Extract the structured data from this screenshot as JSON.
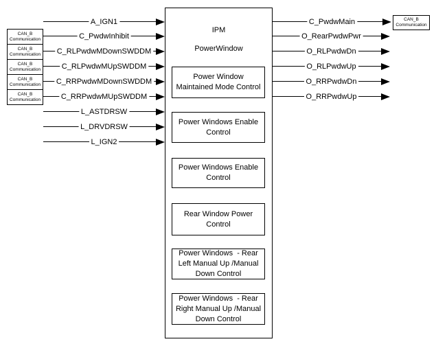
{
  "module": {
    "title": "IPM",
    "subtitle": "PowerWindow",
    "functions": [
      {
        "lines": [
          "Power Window",
          "Maintained Mode Control"
        ]
      },
      {
        "lines": [
          "Power Windows Enable",
          "Control"
        ]
      },
      {
        "lines": [
          "Power Windows Enable",
          "Control"
        ]
      },
      {
        "lines": [
          "Rear Window Power",
          "Control"
        ]
      },
      {
        "lines": [
          "Power Windows  - Rear",
          "Left Manual Up /Manual",
          "Down Control"
        ]
      },
      {
        "lines": [
          "Power Windows  - Rear",
          "Right Manual Up /Manual",
          "Down Control"
        ]
      }
    ]
  },
  "can_node": {
    "line1": "CAN_B",
    "line2": "Communication"
  },
  "inputs": [
    {
      "label": "A_IGN1"
    },
    {
      "label": "C_PwdwInhibit"
    },
    {
      "label": "C_RLPwdwMDownSWDDM"
    },
    {
      "label": "C_RLPwdwMUpSWDDM"
    },
    {
      "label": "C_RRPwdwMDownSWDDM"
    },
    {
      "label": "C_RRPwdwMUpSWDDM"
    },
    {
      "label": "L_ASTDRSW"
    },
    {
      "label": "L_DRVDRSW"
    },
    {
      "label": "L_IGN2"
    }
  ],
  "outputs": [
    {
      "label": "C_PwdwMain"
    },
    {
      "label": "O_RearPwdwPwr"
    },
    {
      "label": "O_RLPwdwDn"
    },
    {
      "label": "O_RLPwdwUp"
    },
    {
      "label": "O_RRPwdwDn"
    },
    {
      "label": "O_RRPwdwUp"
    }
  ],
  "colors": {
    "line": "#000000",
    "background": "#ffffff",
    "border": "#000000"
  }
}
